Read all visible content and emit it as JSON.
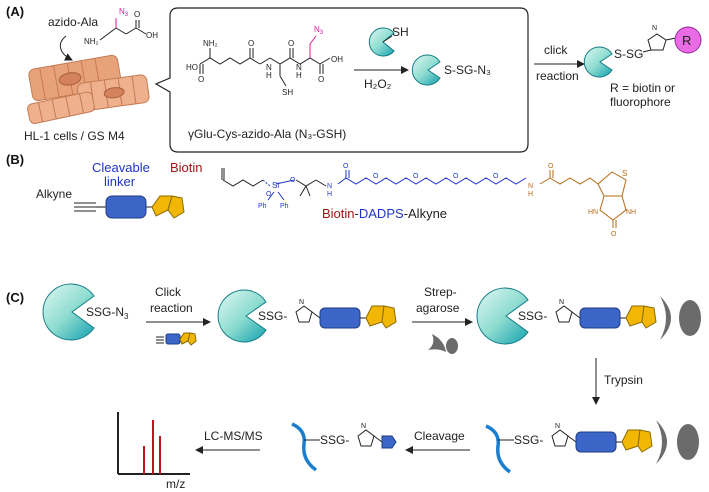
{
  "colors": {
    "protein_fill_light": "#c8f2ea",
    "protein_fill_dark": "#1fa6b2",
    "linker_blue": "#3b65c6",
    "biotin_yellow": "#f2b705",
    "label_blue": "#1f35c9",
    "label_red": "#a31414",
    "biotin_brown": "#b86a18",
    "azide_magenta": "#e01a9c",
    "R_circle": "#e96ce6",
    "ms_peaks": "#c0141e",
    "peptide_blue": "#1b7fd0",
    "cell_orange": "#e8a27a",
    "streptavidin_gray": "#666666"
  },
  "panel_a": {
    "label": "(A)",
    "azido_ala_label": "azido-Ala",
    "cells_label": "HL-1 cells / GS M4",
    "compound_label": "γGlu-Cys-azido-Ala (N₃-GSH)",
    "n3": "N",
    "n3_sub": "3",
    "nh2": "NH₂",
    "oh": "OH",
    "sh": "SH",
    "protein_sh": "SH",
    "h2o2": "H₂O₂",
    "product_label": "S-SG-N₃",
    "click_top": "click",
    "click_bottom": "reaction",
    "final_ssg": "S-SG",
    "r_label": "R",
    "r_def_1": "R = biotin or",
    "r_def_2": "fluorophore"
  },
  "panel_b": {
    "label": "(B)",
    "cleavable_1": "Cleavable",
    "cleavable_2": "linker",
    "biotin": "Biotin",
    "alkyne": "Alkyne",
    "name_biotin": "Biotin",
    "name_dadps": "DADPS",
    "name_alkyne": "Alkyne",
    "name_dash1": "-",
    "name_dash2": "-",
    "si": "Si",
    "ph": "Ph",
    "o": "O",
    "nh": "N",
    "h": "H",
    "s": "S",
    "hn": "HN"
  },
  "panel_c": {
    "label": "(C)",
    "ssg_n3": "SSG-N",
    "ssg_n3_sub": "3",
    "click_1": "Click",
    "click_2": "reaction",
    "strep_1": "Strep-",
    "strep_2": "agarose",
    "trypsin": "Trypsin",
    "cleavage": "Cleavage",
    "lcms": "LC-MS/MS",
    "mz": "m/z",
    "ssg": "SSG-",
    "triazole_n": "N"
  }
}
